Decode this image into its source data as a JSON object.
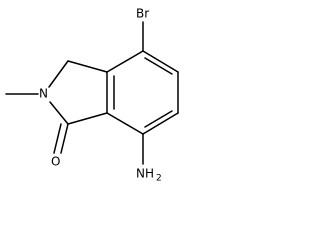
{
  "atoms": {
    "bromine": "Br",
    "nitrogen": "N",
    "oxygen": "O",
    "amine_main": "NH",
    "amine_subscript": "2"
  }
}
